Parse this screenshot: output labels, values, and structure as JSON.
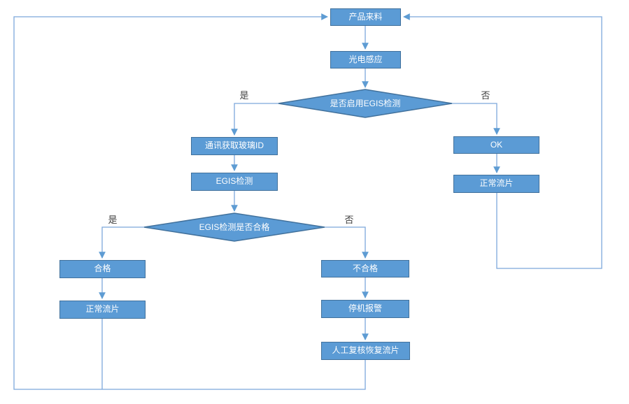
{
  "diagram": {
    "nodes": {
      "product_incoming": "产品来料",
      "photo_sensor": "光电感应",
      "decision_enable_egis": "是否启用EGIS检测",
      "get_glass_id": "通讯获取玻璃ID",
      "egis_inspect": "EGIS检测",
      "decision_egis_pass": "EGIS检测是否合格",
      "qualified": "合格",
      "normal_flow_left": "正常流片",
      "unqualified": "不合格",
      "stop_alarm": "停机报警",
      "manual_recover": "人工复核恢复流片",
      "ok": "OK",
      "normal_flow_right": "正常流片"
    },
    "edge_labels": {
      "enable_yes": "是",
      "enable_no": "否",
      "pass_yes": "是",
      "pass_no": "否"
    },
    "colors": {
      "node_fill": "#5B9BD5",
      "node_border": "#41719C",
      "node_text": "#FFFFFF",
      "connector": "#7CA7DB",
      "edge_label_text": "#3F3F3F",
      "background": "#FFFFFF"
    }
  }
}
